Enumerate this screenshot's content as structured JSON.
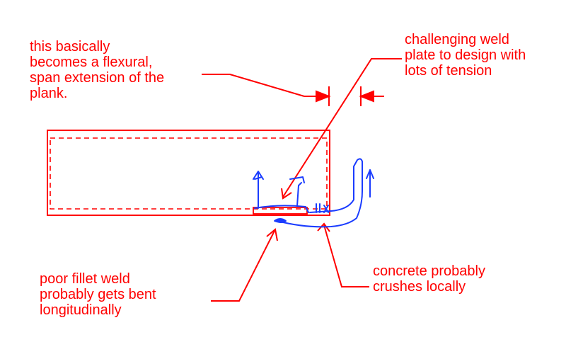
{
  "annotations": {
    "flexural_note": "this basically\nbecomes a flexural,\nspan extension of the\nplank.",
    "weld_plate_note": "challenging weld\nplate to design with\nlots of tension",
    "fillet_weld_note": "poor fillet weld\nprobably gets bent\nlongitudinally",
    "concrete_note": "concrete probably\ncrushes locally"
  },
  "colors": {
    "annotation_red": "#ff0000",
    "sketch_blue": "#1a3cff"
  }
}
